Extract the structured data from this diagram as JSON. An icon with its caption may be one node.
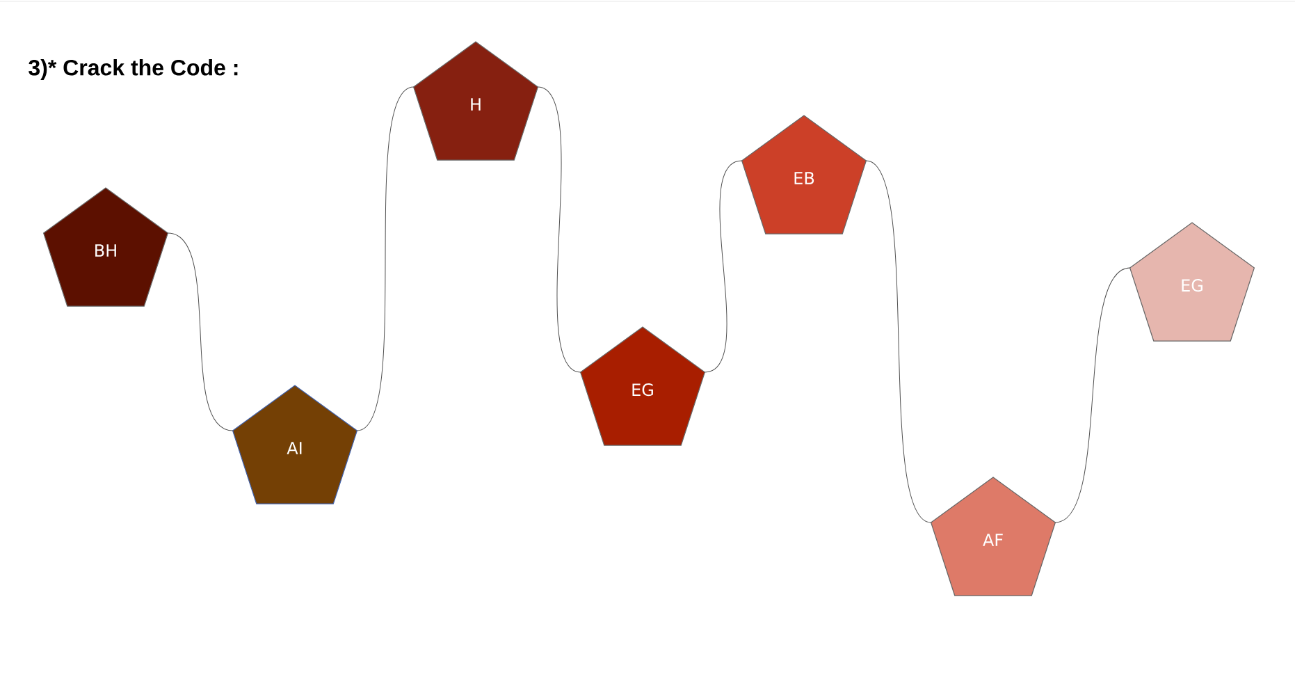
{
  "diagram": {
    "title": "3)* Crack the Code :",
    "nodes": [
      {
        "text": [
          "BH"
        ]
      },
      {
        "text": [
          "AI"
        ]
      },
      {
        "text": [
          "H"
        ]
      },
      {
        "text": [
          "EG"
        ]
      },
      {
        "text": [
          "EB"
        ]
      },
      {
        "text": [
          "AF"
        ]
      },
      {
        "text": [
          "EG"
        ]
      }
    ],
    "edges": [
      {
        "from": 0,
        "to": 1,
        "arrow": "none"
      },
      {
        "from": 1,
        "to": 2,
        "arrow": "none"
      },
      {
        "from": 2,
        "to": 3,
        "arrow": "none"
      },
      {
        "from": 3,
        "to": 4,
        "arrow": "none"
      },
      {
        "from": 4,
        "to": 5,
        "arrow": "none"
      },
      {
        "from": 5,
        "to": 6,
        "arrow": "none"
      }
    ]
  }
}
